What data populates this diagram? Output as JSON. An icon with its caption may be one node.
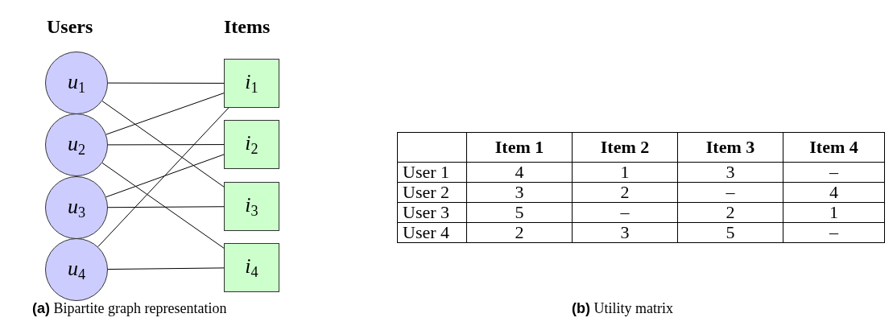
{
  "diagram": {
    "nodes": [
      {
        "text": [
          "*u*$_{1}$"
        ]
      },
      {
        "text": [
          "*u*$_{2}$"
        ]
      },
      {
        "text": [
          "*u*$_{3}$"
        ]
      },
      {
        "text": [
          "*u*$_{4}$"
        ]
      },
      {
        "text": [
          "*i*$_{1}$"
        ]
      },
      {
        "text": [
          "*i*$_{2}$"
        ]
      },
      {
        "text": [
          "*i*$_{3}$"
        ]
      },
      {
        "text": [
          "*i*$_{4}$"
        ]
      }
    ],
    "edges": [
      {
        "from": 0,
        "to": 4,
        "arrow": "none"
      },
      {
        "from": 0,
        "to": 6,
        "arrow": "none"
      },
      {
        "from": 1,
        "to": 4,
        "arrow": "none"
      },
      {
        "from": 1,
        "to": 5,
        "arrow": "none"
      },
      {
        "from": 1,
        "to": 7,
        "arrow": "none"
      },
      {
        "from": 2,
        "to": 5,
        "arrow": "none"
      },
      {
        "from": 2,
        "to": 6,
        "arrow": "none"
      },
      {
        "from": 3,
        "to": 4,
        "arrow": "none"
      },
      {
        "from": 3,
        "to": 7,
        "arrow": "none"
      }
    ],
    "labels": [
      "Users",
      "Items",
      "Item 1",
      "Item 2",
      "Item 3",
      "Item 4",
      "User 1",
      "4",
      "1",
      "3",
      "–",
      "User 2",
      "3",
      "2",
      "–",
      "4",
      "User 3",
      "5",
      "–",
      "2",
      "1",
      "User 4",
      "2",
      "3",
      "5",
      "–",
      "**(a)** Bipartite graph representation",
      "**(b)** Utility matrix"
    ]
  }
}
